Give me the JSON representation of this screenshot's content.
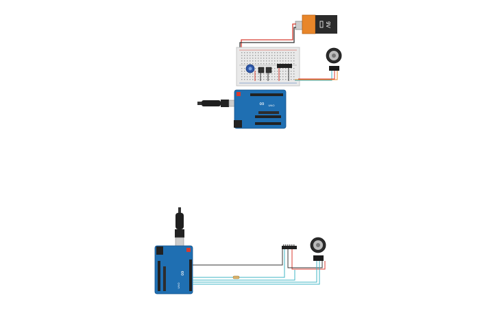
{
  "workspace": {
    "name": "circuit-canvas",
    "background": "#ffffff"
  },
  "battery": {
    "label": "9V",
    "body_color": "#2b2b2b",
    "cap_color": "#e8862a"
  },
  "arduino_top": {
    "logo_text": "∞",
    "brand_text": "UNO"
  },
  "arduino_bottom": {
    "logo_text": "∞",
    "brand_text": "UNO"
  },
  "colors": {
    "board_blue": "#1f6fb2",
    "wire_red": "#d83a2e",
    "wire_black": "#333333",
    "wire_teal": "#3fb4c4",
    "wire_orange": "#f08c2a",
    "breadboard": "#e9e9e9"
  },
  "icons": {
    "motor": "stepper-motor-icon",
    "driver": "driver-chip-icon",
    "pot": "potentiometer-icon",
    "cable": "usb-cable-icon"
  }
}
